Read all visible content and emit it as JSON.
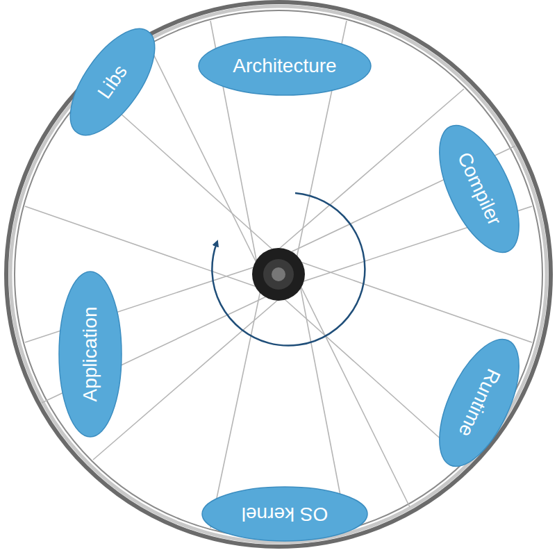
{
  "diagram": {
    "nodes": [
      {
        "text": [
          "Architecture"
        ]
      },
      {
        "text": [
          "Compiler"
        ]
      },
      {
        "text": [
          "Runtime"
        ]
      },
      {
        "text": [
          "OS kernel"
        ]
      },
      {
        "text": [
          "Application"
        ]
      },
      {
        "text": [
          "Libs"
        ]
      }
    ]
  }
}
